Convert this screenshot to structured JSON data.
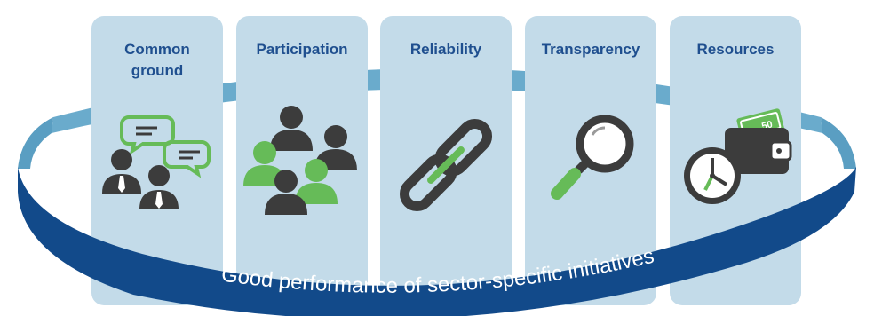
{
  "pillars": [
    {
      "title_line1": "Common",
      "title_line2": "ground",
      "icon": "dialogue-people-icon"
    },
    {
      "title_line1": "Participation",
      "title_line2": "",
      "icon": "group-people-icon"
    },
    {
      "title_line1": "Reliability",
      "title_line2": "",
      "icon": "chain-link-icon"
    },
    {
      "title_line1": "Transparency",
      "title_line2": "",
      "icon": "magnifier-icon"
    },
    {
      "title_line1": "Resources",
      "title_line2": "",
      "icon": "wallet-clock-icon"
    }
  ],
  "band": {
    "text": "Good performance of sector-specific initiatives"
  },
  "colors": {
    "pillar": "#c3dbe9",
    "title": "#1f4f8f",
    "ring_dark": "#124a8a",
    "ring_light": "#6aabcc",
    "icon_dark": "#3c3c3c",
    "icon_green": "#66bb58"
  }
}
